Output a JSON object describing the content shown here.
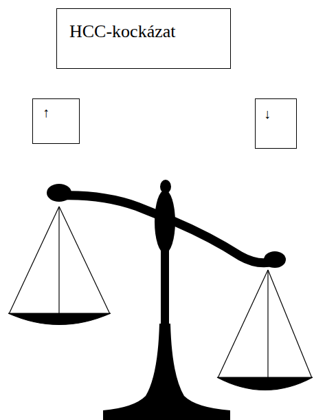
{
  "diagram": {
    "nodes": [
      {
        "text": [
          "HCC-kockázat"
        ]
      },
      {
        "text": [
          "↑"
        ]
      },
      {
        "text": [
          "↓"
        ]
      }
    ]
  }
}
